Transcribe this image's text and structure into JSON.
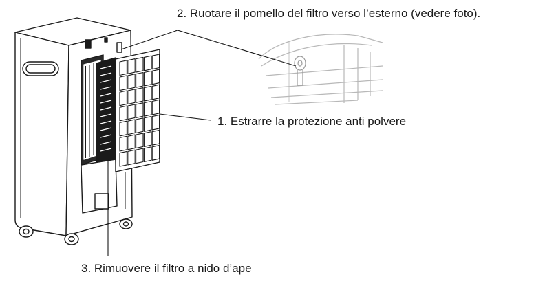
{
  "callouts": {
    "step1": "1. Estrarre la protezione anti polvere",
    "step2": "2. Ruotare il pomello del filtro verso l’esterno (vedere foto).",
    "step3": "3. Rimuovere il filtro a nido d’ape"
  },
  "colors": {
    "line": "#1a1a1a",
    "detail_line": "#b8b8b8",
    "body_fill": "#ffffff",
    "dark_fill": "#2a2a2a"
  }
}
